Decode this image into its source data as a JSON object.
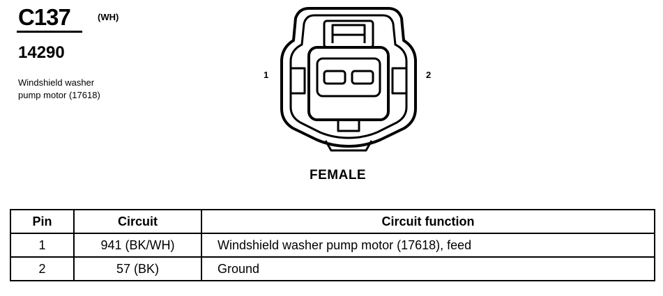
{
  "connector": {
    "id": "C137",
    "color_code": "(WH)",
    "part_number": "14290",
    "description_line1": "Windshield washer",
    "description_line2": "pump motor (17618)",
    "pin_label_left": "1",
    "pin_label_right": "2",
    "gender": "FEMALE"
  },
  "table": {
    "headers": [
      "Pin",
      "Circuit",
      "Circuit function"
    ],
    "rows": [
      [
        "1",
        "941 (BK/WH)",
        "Windshield washer pump motor (17618), feed"
      ],
      [
        "2",
        "57 (BK)",
        "Ground"
      ]
    ]
  }
}
